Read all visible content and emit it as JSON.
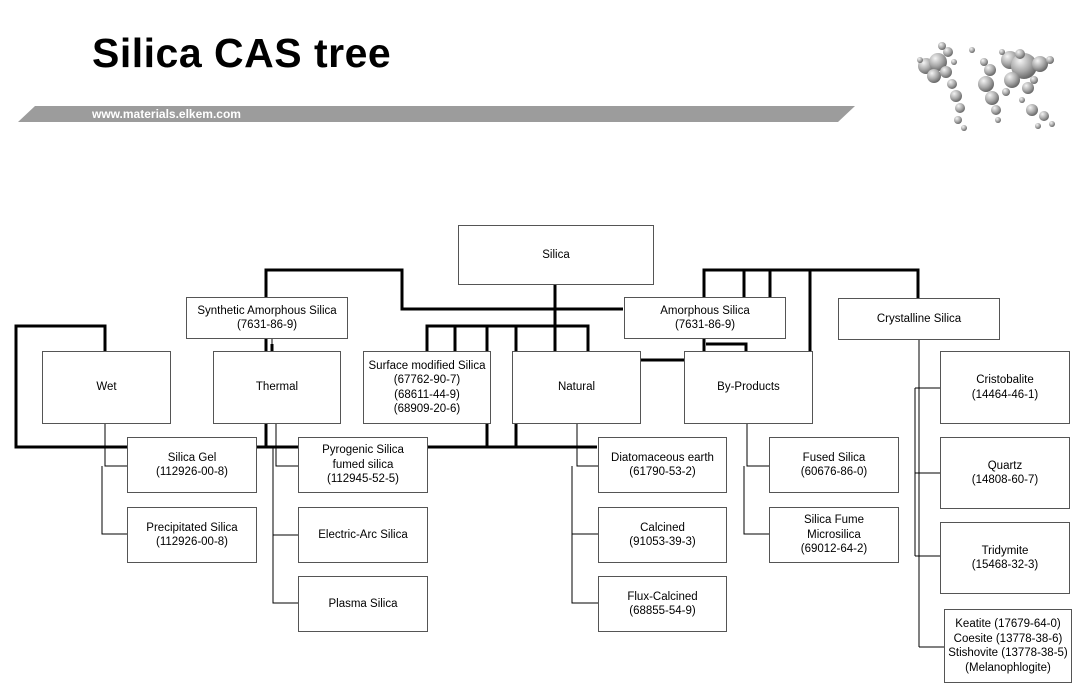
{
  "header": {
    "title": "Silica CAS tree",
    "url": "www.materials.elkem.com"
  },
  "logo": {
    "icon": "world-map-spheres-icon"
  },
  "colors": {
    "banner": "#9c9c9c",
    "text": "#000000",
    "box_border": "#555555"
  },
  "nodes": {
    "silica": [
      "Silica"
    ],
    "synthetic": [
      "Synthetic Amorphous Silica",
      "(7631-86-9)"
    ],
    "amorphous": [
      "Amorphous Silica",
      "(7631-86-9)"
    ],
    "crystalline": [
      "Crystalline Silica"
    ],
    "wet": [
      "Wet"
    ],
    "thermal": [
      "Thermal"
    ],
    "surface": [
      "Surface modified Silica",
      "(67762-90-7)",
      "(68611-44-9)",
      "(68909-20-6)"
    ],
    "natural": [
      "Natural"
    ],
    "byproducts": [
      "By-Products"
    ],
    "silica_gel": [
      "Silica Gel",
      "(112926-00-8)"
    ],
    "precipitated": [
      "Precipitated Silica",
      "(112926-00-8)"
    ],
    "pyrogenic": [
      "Pyrogenic Silica",
      "fumed silica",
      "(112945-52-5)"
    ],
    "electric_arc": [
      "Electric-Arc Silica"
    ],
    "plasma": [
      "Plasma Silica"
    ],
    "diatomaceous": [
      "Diatomaceous earth",
      "(61790-53-2)"
    ],
    "calcined": [
      "Calcined",
      "(91053-39-3)"
    ],
    "flux_calcined": [
      "Flux-Calcined",
      "(68855-54-9)"
    ],
    "fused": [
      "Fused Silica",
      "(60676-86-0)"
    ],
    "silica_fume": [
      "Silica Fume",
      "Microsilica",
      "(69012-64-2)"
    ],
    "cristobalite": [
      "Cristobalite",
      "(14464-46-1)"
    ],
    "quartz": [
      "Quartz",
      "(14808-60-7)"
    ],
    "tridymite": [
      "Tridymite",
      "(15468-32-3)"
    ],
    "keatite": [
      "Keatite (17679-64-0)",
      "Coesite (13778-38-6)",
      "Stishovite (13778-38-5)",
      "(Melanophlogite)"
    ]
  }
}
